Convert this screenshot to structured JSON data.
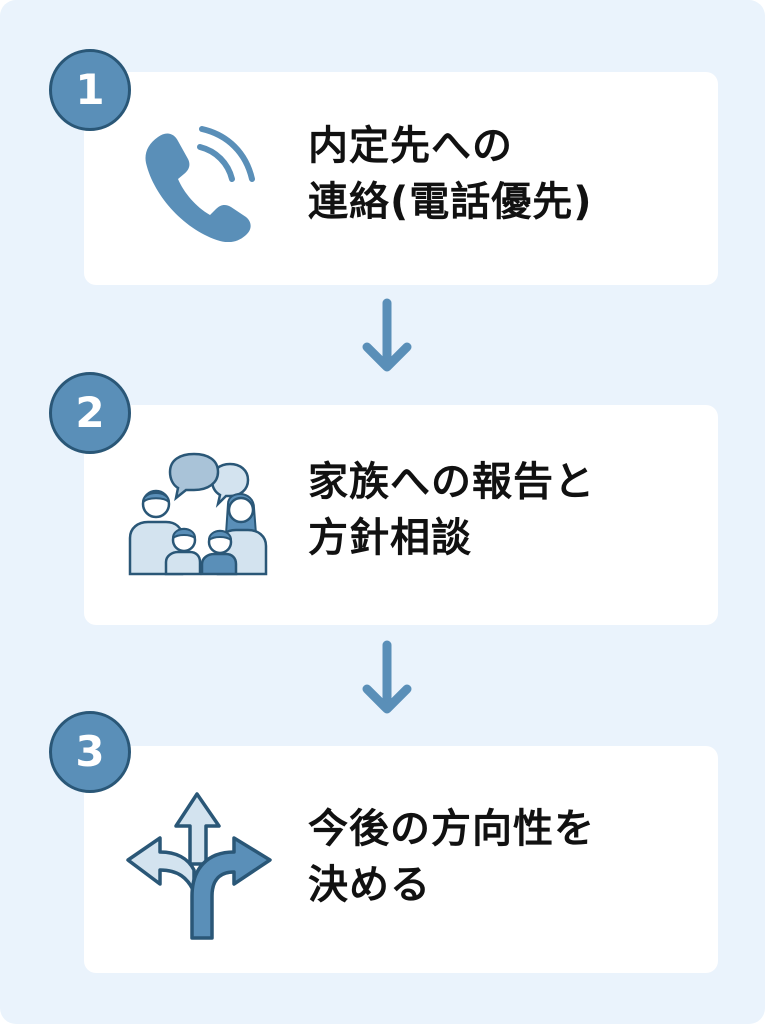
{
  "steps": [
    {
      "number": "1",
      "icon": "phone-call-icon",
      "title_lines": [
        "内定先への",
        "連絡(電話優先)"
      ]
    },
    {
      "number": "2",
      "icon": "family-discussion-icon",
      "title_lines": [
        "家族への報告と",
        "方針相談"
      ]
    },
    {
      "number": "3",
      "icon": "direction-arrows-icon",
      "title_lines": [
        "今後の方向性を",
        "決める"
      ]
    }
  ],
  "connector_icon": "arrow-down-icon",
  "colors": {
    "background": "#eaf3fc",
    "card": "#ffffff",
    "accent": "#5a8fb8",
    "accent_dark": "#2a5777",
    "accent_light": "#d3e3ef",
    "text": "#111111"
  }
}
